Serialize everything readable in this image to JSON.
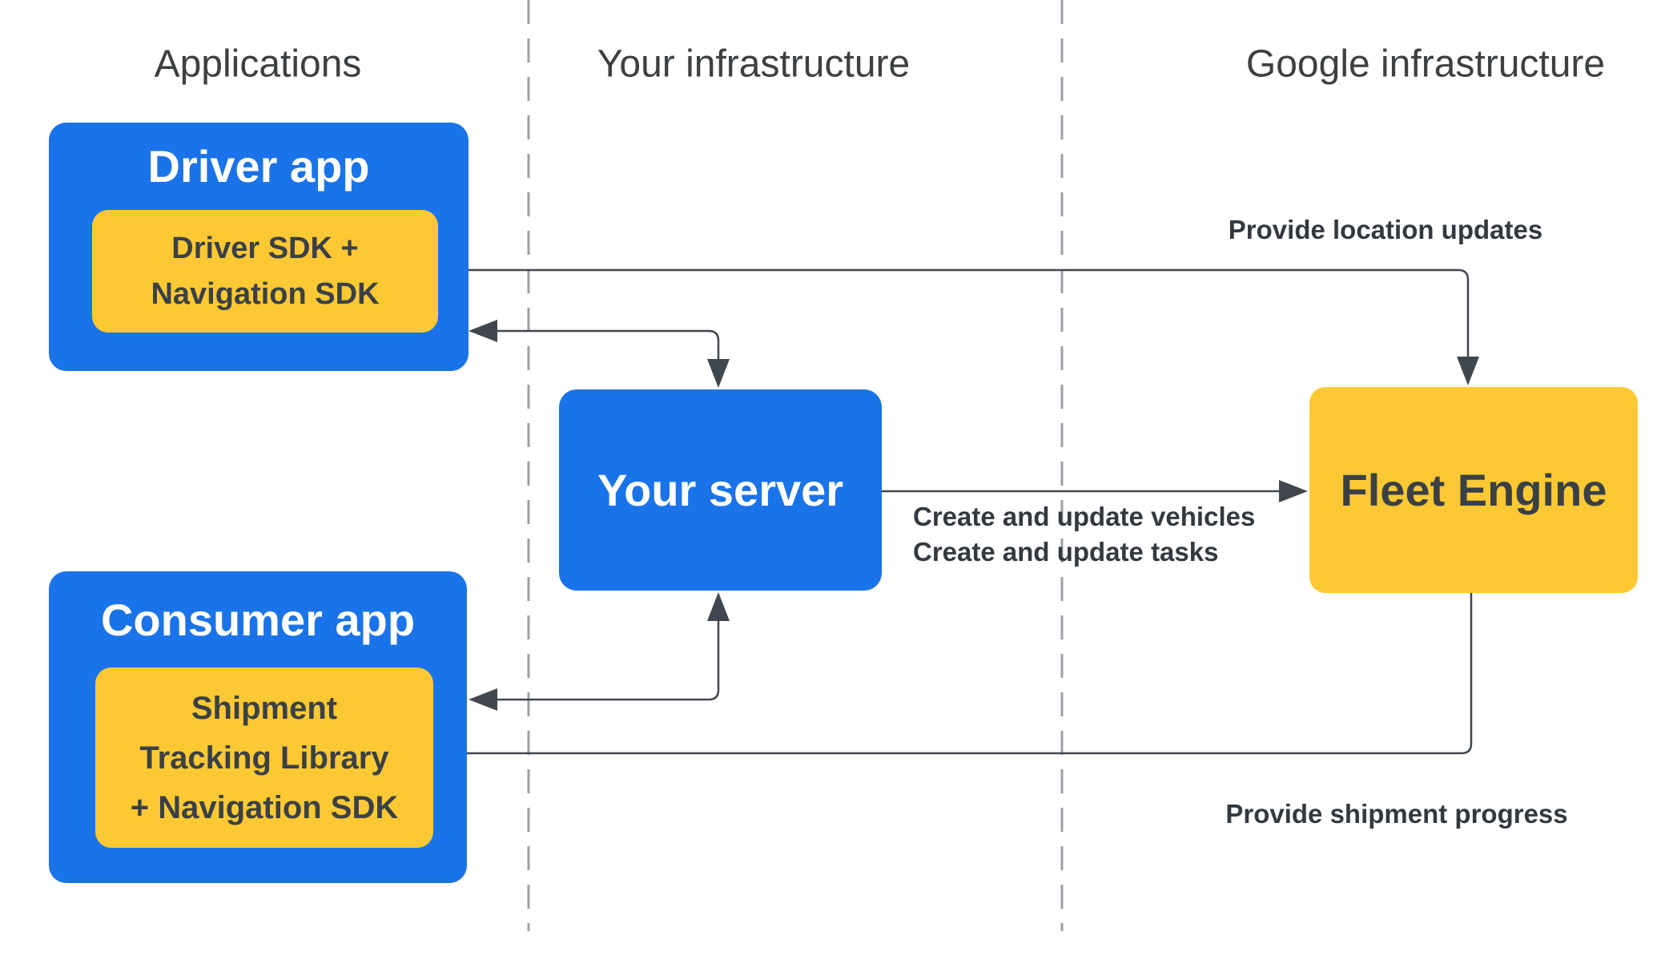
{
  "colors": {
    "blue": "#1a73e8",
    "yellow": "#fcc934",
    "arrow": "#40474e",
    "text_dark": "#3a4045",
    "header_gray": "#3c4043",
    "divider_gray": "#9aa0a6",
    "bg": "#ffffff"
  },
  "columns": [
    {
      "label": "Applications"
    },
    {
      "label": "Your infrastructure"
    },
    {
      "label": "Google infrastructure"
    }
  ],
  "nodes": {
    "driver_app": {
      "title": "Driver app",
      "sdk_lines": [
        "Driver SDK +",
        "Navigation SDK"
      ]
    },
    "consumer_app": {
      "title": "Consumer app",
      "sdk_lines": [
        "Shipment",
        "Tracking Library",
        "+ Navigation SDK"
      ]
    },
    "your_server": {
      "title": "Your server"
    },
    "fleet_engine": {
      "title": "Fleet Engine"
    }
  },
  "edges": {
    "location_updates": {
      "label": "Provide location updates"
    },
    "create_update": {
      "lines": [
        "Create and update vehicles",
        "Create and update tasks"
      ]
    },
    "shipment_progress": {
      "label": "Provide shipment progress"
    }
  }
}
